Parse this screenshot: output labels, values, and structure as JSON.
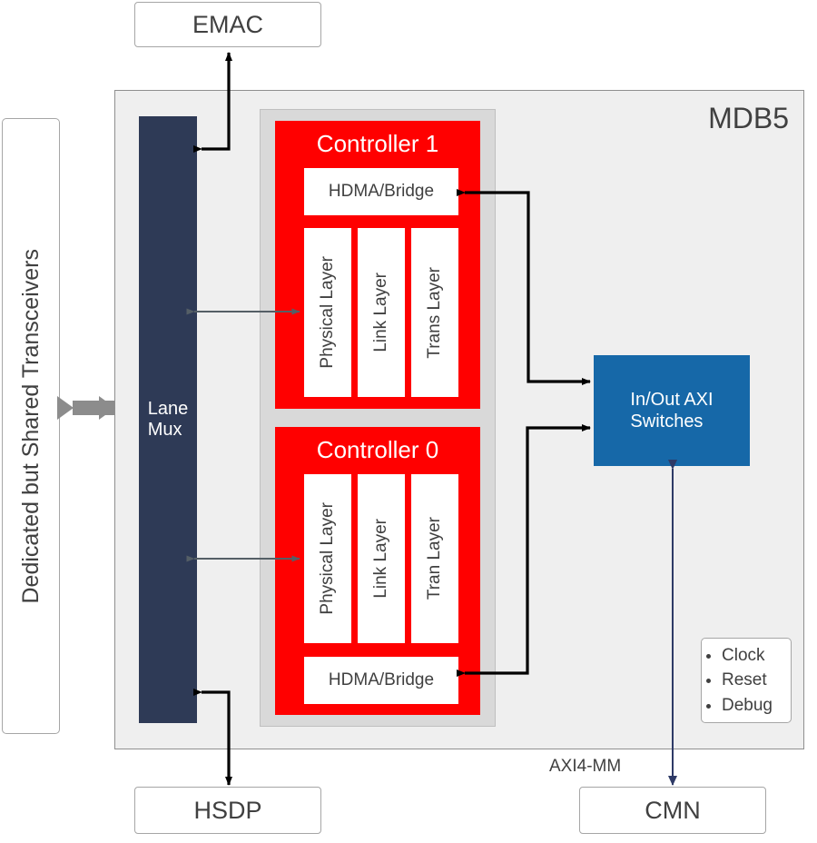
{
  "diagram": {
    "title": "MDB5",
    "left_label": "Dedicated but Shared Transceivers",
    "bus_label": "AXI4-MM"
  },
  "peripherals": {
    "emac": "EMAC",
    "hsdp": "HSDP",
    "cmn": "CMN"
  },
  "lane_mux": {
    "line1": "Lane",
    "line2": "Mux"
  },
  "axi_switch": {
    "line1": "In/Out AXI",
    "line2": "Switches"
  },
  "controllers": [
    {
      "title": "Controller 1",
      "hdma": "HDMA/Bridge",
      "layers": [
        "Physical Layer",
        "Link Layer",
        "Trans Layer"
      ]
    },
    {
      "title": "Controller 0",
      "hdma": "HDMA/Bridge",
      "layers": [
        "Physical Layer",
        "Link Layer",
        "Tran Layer"
      ]
    }
  ],
  "notes": {
    "items": [
      "Clock",
      "Reset",
      "Debug"
    ]
  },
  "colors": {
    "controller_red": "#FF0000",
    "lane_mux_navy": "#2E3A56",
    "axi_blue": "#1668A8",
    "panel_gray": "#EFEFEF",
    "inner_panel_gray": "#D9D9D9",
    "border_gray": "#A6A6A6",
    "text_gray": "#404040"
  }
}
